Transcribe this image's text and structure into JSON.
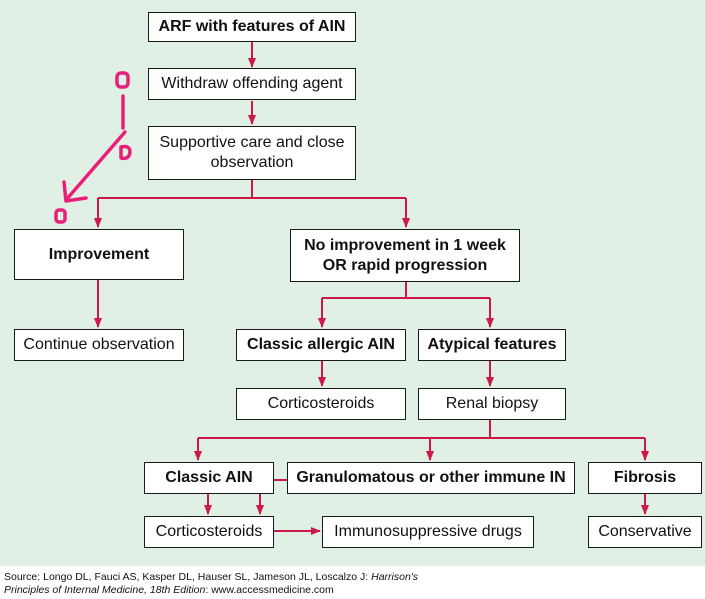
{
  "flowchart": {
    "nodes": {
      "arf": "ARF with features of AIN",
      "withdraw": "Withdraw offending agent",
      "supportive_line1": "Supportive care and close",
      "supportive_line2": "observation",
      "improvement": "Improvement",
      "no_improvement_line1": "No improvement in 1 week",
      "no_improvement_line2": "OR rapid progression",
      "continue_observation": "Continue observation",
      "classic_allergic": "Classic allergic AIN",
      "atypical": "Atypical features",
      "corticosteroids_1": "Corticosteroids",
      "renal_biopsy": "Renal biopsy",
      "classic_ain": "Classic AIN",
      "granulomatous": "Granulomatous or other immune IN",
      "fibrosis": "Fibrosis",
      "corticosteroids_2": "Corticosteroids",
      "immunosuppressive": "Immunosuppressive drugs",
      "conservative": "Conservative"
    },
    "colors": {
      "background": "#e1f0e5",
      "connector": "#cc1a48",
      "annotation": "#e8207a"
    }
  },
  "source": {
    "prefix": "Source: Longo DL, Fauci AS, Kasper DL, Hauser SL, Jameson JL, Loscalzo J: ",
    "book_title": "Harrison's",
    "book_title_line2": "Principles of Internal Medicine, 18th Edition",
    "suffix": ": www.accessmedicine.com"
  }
}
